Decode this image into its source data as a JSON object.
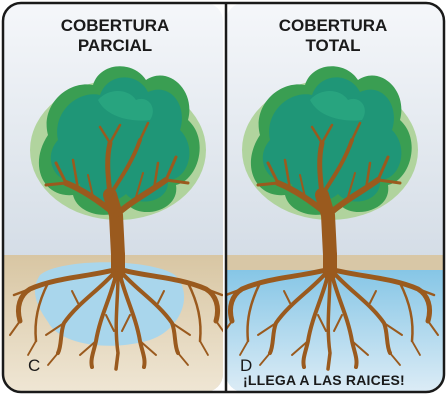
{
  "panels": [
    {
      "title_line1": "COBERTURA",
      "title_line2": "PARCIAL",
      "letter": "C"
    },
    {
      "title_line1": "COBERTURA",
      "title_line2": "TOTAL",
      "letter": "D",
      "caption": "¡LLEGA A LAS RAICES!"
    }
  ],
  "colors": {
    "sky_top": "#f4f6f9",
    "sky_bottom": "#c9d3df",
    "soil": "#d8c7a6",
    "water": "#a9d6ec",
    "canopy_back": "#a8d08f",
    "canopy_mid": "#3a9e52",
    "canopy_front": "#1f9677",
    "trunk": "#9a5a1e",
    "border": "#1a1a1a"
  }
}
